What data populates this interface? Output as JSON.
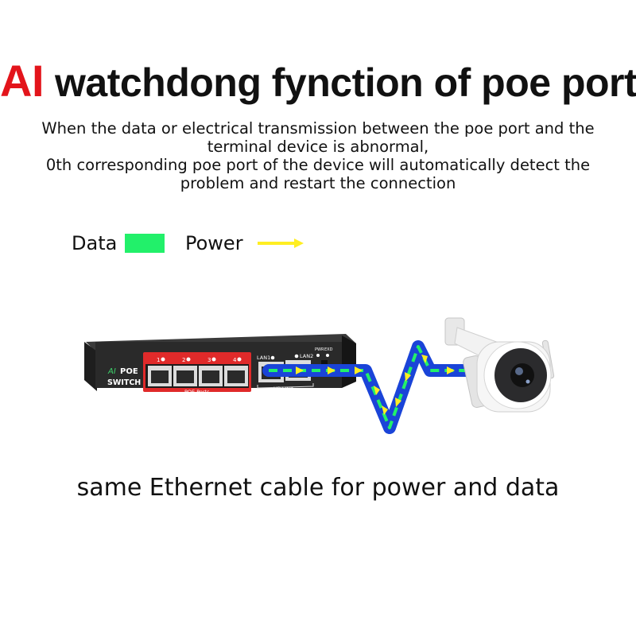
{
  "title": {
    "accent": "AI",
    "rest": "watchdong fynction of poe port"
  },
  "description": {
    "lines": [
      "When the data or electrical transmission between the poe port and the",
      "terminal device is abnormal,",
      "0th corresponding poe port of the device will automatically detect the",
      "problem and restart the connection"
    ]
  },
  "legend": {
    "data_label": "Data",
    "power_label": "Power",
    "data_color": "#22f06a",
    "power_color": "#ffee22"
  },
  "switch": {
    "brand_ai": "AI",
    "brand_poe": "POE",
    "brand_switch": "SWITCH",
    "port_numbers": [
      "1",
      "2",
      "3",
      "4"
    ],
    "poe_ports_label": "POE Ports",
    "lan1_label": "LAN1",
    "lan2_label": "LAN2",
    "uplink_label": "UP LINK",
    "pwr_label": "PWR",
    "ext_label": "EXD"
  },
  "camera": {
    "icon": "security-camera-icon"
  },
  "caption": "same Ethernet cable for power and data",
  "colors": {
    "accent": "#e3141b",
    "cable": "#1a44d8",
    "data": "#22f06a",
    "power": "#ffee22"
  }
}
